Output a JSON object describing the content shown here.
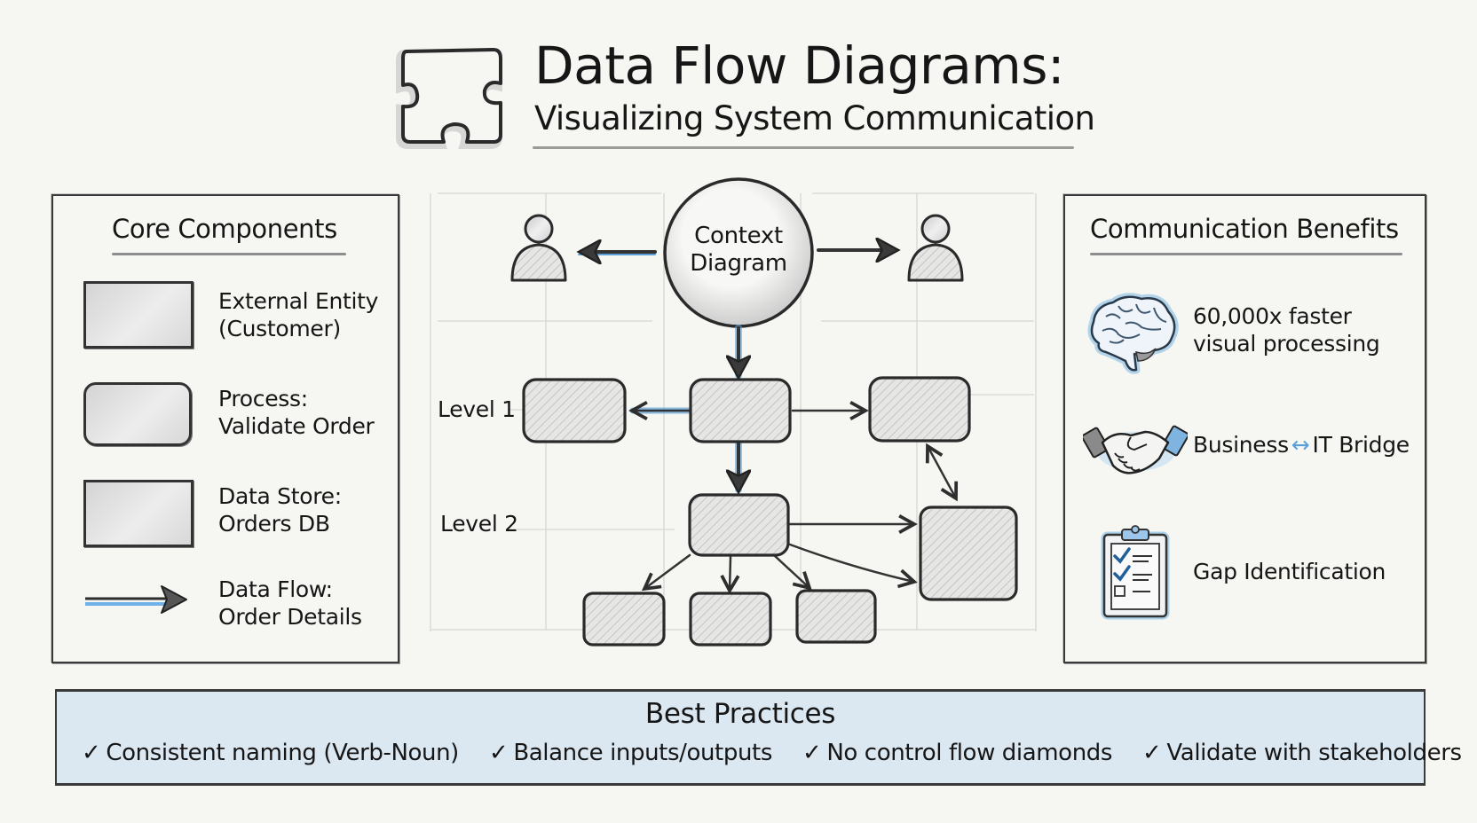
{
  "header": {
    "icon": "puzzle-piece-icon",
    "title": "Data Flow Diagrams:",
    "subtitle": "Visualizing System Communication"
  },
  "core_components": {
    "title": "Core Components",
    "items": [
      {
        "shape": "external-entity-rectangle",
        "label_line1": "External Entity",
        "label_line2": "(Customer)"
      },
      {
        "shape": "process-rounded-rectangle",
        "label_line1": "Process:",
        "label_line2": "Validate Order"
      },
      {
        "shape": "data-store-rectangle",
        "label_line1": "Data Store:",
        "label_line2": "Orders DB"
      },
      {
        "shape": "data-flow-arrow",
        "label_line1": "Data Flow:",
        "label_line2": "Order Details"
      }
    ]
  },
  "diagram": {
    "context_node": {
      "line1": "Context",
      "line2": "Diagram"
    },
    "external_entities": [
      "user-icon",
      "user-icon"
    ],
    "levels": [
      "Level 1",
      "Level 2"
    ],
    "level1_processes": 3,
    "level2_processes": 1,
    "level2_children": 3,
    "data_stores": 1
  },
  "communication_benefits": {
    "title": "Communication Benefits",
    "items": [
      {
        "icon": "brain-icon",
        "line1": "60,000x faster",
        "line2": "visual processing"
      },
      {
        "icon": "handshake-icon",
        "line1": "Business",
        "arrow": "↔",
        "line2": "IT Bridge"
      },
      {
        "icon": "clipboard-checklist-icon",
        "line1": "Gap Identification"
      }
    ]
  },
  "best_practices": {
    "title": "Best Practices",
    "check": "✓",
    "items": [
      "Consistent naming (Verb-Noun)",
      "Balance inputs/outputs",
      "No control flow diamonds",
      "Validate with stakeholders"
    ]
  },
  "colors": {
    "background": "#f6f6f2",
    "ink": "#161616",
    "accent_blue": "#5aa0d8",
    "band_fill": "#dbe7f1"
  }
}
